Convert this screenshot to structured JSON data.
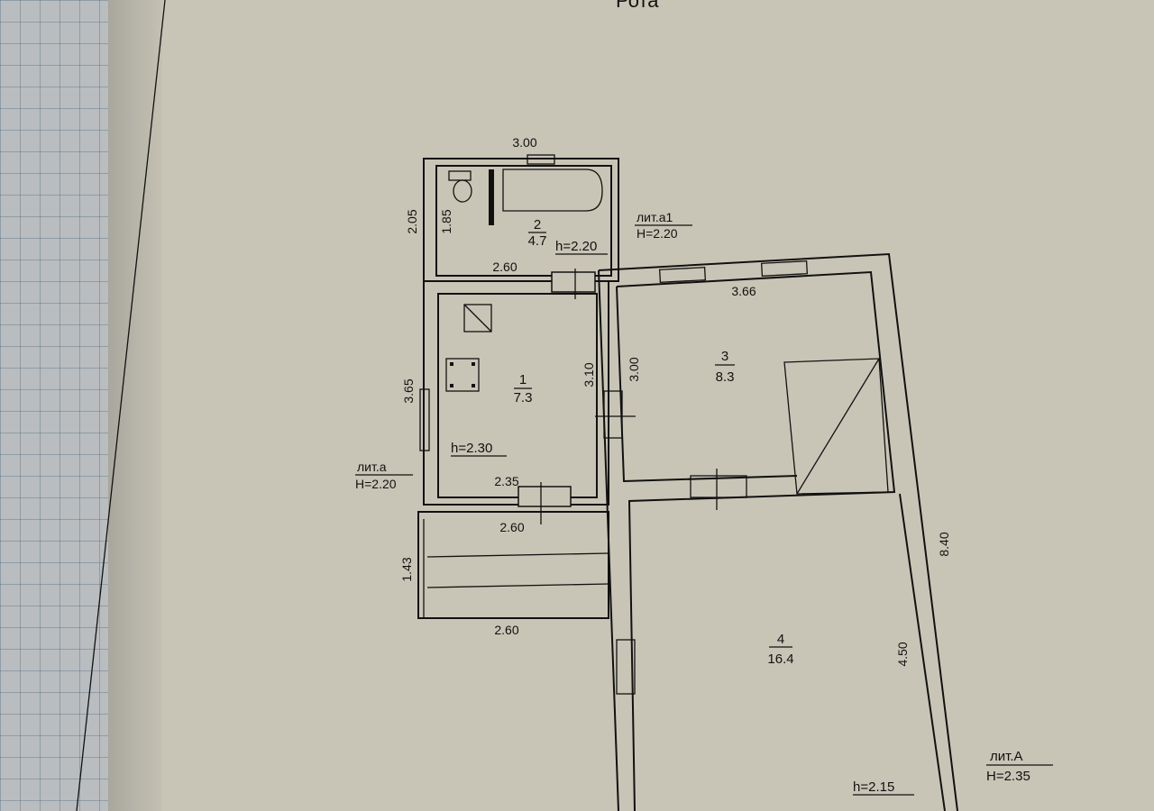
{
  "header": {
    "title_fragment": "Рота"
  },
  "rooms": [
    {
      "number": "1",
      "area": "7.3",
      "height": "h=2.30"
    },
    {
      "number": "2",
      "area": "4.7",
      "height": "h=2.20"
    },
    {
      "number": "3",
      "area": "8.3"
    },
    {
      "number": "4",
      "area": "16.4",
      "height": "h=2.15"
    }
  ],
  "dimensions": {
    "top_a1": "3.00",
    "left_a1": "2.05",
    "bath_depth": "1.85",
    "bath_width": "2.60",
    "room1_height": "3.65",
    "room1_inner": "3.10",
    "room1_width": "2.35",
    "porch_width_top": "2.60",
    "porch_depth": "1.43",
    "porch_width_bottom": "2.60",
    "room3_width": "3.66",
    "room3_depth": "3.00",
    "main_length": "8.40",
    "room4_depth": "4.50"
  },
  "liters": [
    {
      "name": "лит.а1",
      "height": "H=2.20"
    },
    {
      "name": "лит.а",
      "height": "H=2.20"
    },
    {
      "name": "лит.А",
      "height": "H=2.35"
    }
  ],
  "colors": {
    "paper": "#c9c5b6",
    "ink": "#111111",
    "grid_page": "#b9bdbf"
  }
}
